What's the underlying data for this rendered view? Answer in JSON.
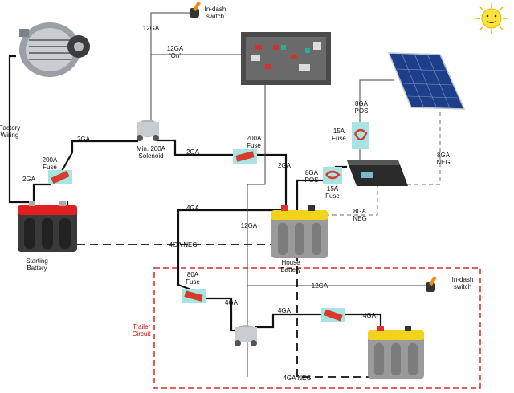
{
  "labels": {
    "in_dash_switch_top": [
      "In-dash",
      "switch"
    ],
    "wire_12ga_top": "12GA",
    "wire_12ga_on": [
      "12GA",
      "'On'"
    ],
    "factory_wiring": [
      "Factory",
      "Wiring"
    ],
    "wire_2ga_left": "2GA",
    "fuse_200a_left": [
      "200A",
      "Fuse"
    ],
    "wire_2ga_mid": "2GA",
    "solenoid_main": [
      "Min. 200A",
      "Solenoid"
    ],
    "wire_2ga_solenoid_out": "2GA",
    "fuse_200a_right": [
      "200A",
      "Fuse"
    ],
    "wire_2ga_down": "2GA",
    "pos_8ga_top": [
      "8GA",
      "POS"
    ],
    "fuse_15a_top": [
      "15A",
      "Fuse"
    ],
    "pos_8ga_mid": [
      "8GA",
      "POS"
    ],
    "fuse_15a_mid": [
      "15A",
      "Fuse"
    ],
    "neg_8ga_solar": [
      "8GA",
      "NEG"
    ],
    "neg_8ga_ctrl": [
      "8GA",
      "NEG"
    ],
    "wire_4ga_left": "4GA",
    "wire_12ga_mid": "12GA",
    "starting_battery": [
      "Starting",
      "Battery"
    ],
    "neg_4ga_main": "4GA NEG",
    "house_battery": [
      "House",
      "Battery"
    ],
    "fuse_80a": [
      "80A",
      "Fuse"
    ],
    "wire_12ga_trailer": "12GA",
    "in_dash_switch_trailer": [
      "In-dash",
      "switch"
    ],
    "trailer_circuit": [
      "Trailer",
      "Circuit"
    ],
    "wire_4ga_trailer_a": "4GA",
    "wire_4ga_trailer_b": "4GA",
    "wire_4ga_trailer_c": "4GA",
    "neg_4ga_trailer": "4GA NEG"
  },
  "colors": {
    "wire": "#111111",
    "wire_thin": "#444444",
    "neg_dash": "#111111",
    "solar_dash": "#888888",
    "fuse_red": "#d63c2c",
    "fuse_bg": "#a8e4e4",
    "trailer_box": "#d40000",
    "optima_red": "#e02020",
    "optima_yellow": "#f2d21a",
    "battery_body": "#3a3a3a",
    "sun_yellow": "#ffe23a"
  }
}
